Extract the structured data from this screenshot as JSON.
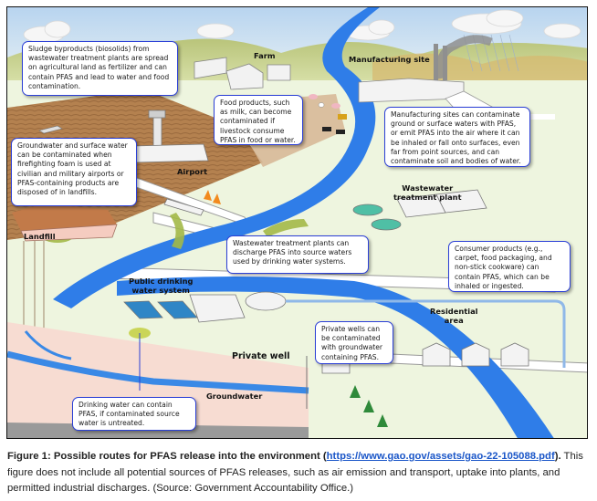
{
  "figure": {
    "labels": {
      "farm": "Farm",
      "manufacturing": "Manufacturing site",
      "airport": "Airport",
      "wastewater_plant": "Wastewater treatment plant",
      "landfill": "Landfill",
      "public_water_line1": "Public drinking",
      "public_water_line2": "water system",
      "residential_line1": "Residential",
      "residential_line2": "area",
      "private_well": "Private well",
      "groundwater": "Groundwater",
      "wastewater_line1": "Wastewater",
      "wastewater_line2": "treatment plant"
    },
    "callouts": {
      "sludge": "Sludge byproducts (biosolids) from wastewater treatment plants are spread on agricultural land as fertilizer and can contain PFAS and lead to water and food contamination.",
      "food": "Food products, such as milk, can become contaminated if livestock consume PFAS in food or water.",
      "manufacturing": "Manufacturing sites can contaminate ground or surface waters with PFAS, or emit PFAS into the air where it can be inhaled or fall onto surfaces, even far from point sources, and can contaminate soil and bodies of water.",
      "firefighting": "Groundwater and surface water can be contaminated when firefighting foam is used at civilian and military airports or PFAS-containing products are disposed of in landfills.",
      "wastewater": "Wastewater treatment plants can discharge PFAS into source waters used by drinking water systems.",
      "consumer": "Consumer products (e.g., carpet, food packaging, and non-stick cookware) can contain PFAS, which can be inhaled or ingested.",
      "private_wells": "Private wells can be contaminated with groundwater containing PFAS.",
      "drinking": "Drinking water can contain PFAS, if contaminated source water is untreated."
    },
    "colors": {
      "river": "#2f7de8",
      "callout_border": "#2b3fd6",
      "farmland": "#b07a4c",
      "contamination": "#9cb43a",
      "ground": "#eef5df"
    }
  },
  "caption": {
    "title": "Figure 1: Possible routes for PFAS release into the environment (",
    "link": "https://www.gao.gov/assets/gao-22-105088.pdf",
    "title_end": ").",
    "body": " This figure does not include all potential sources of PFAS releases, such as air emission and transport, uptake into plants, and permitted industrial discharges. (Source: Government Accountability Office.)"
  }
}
